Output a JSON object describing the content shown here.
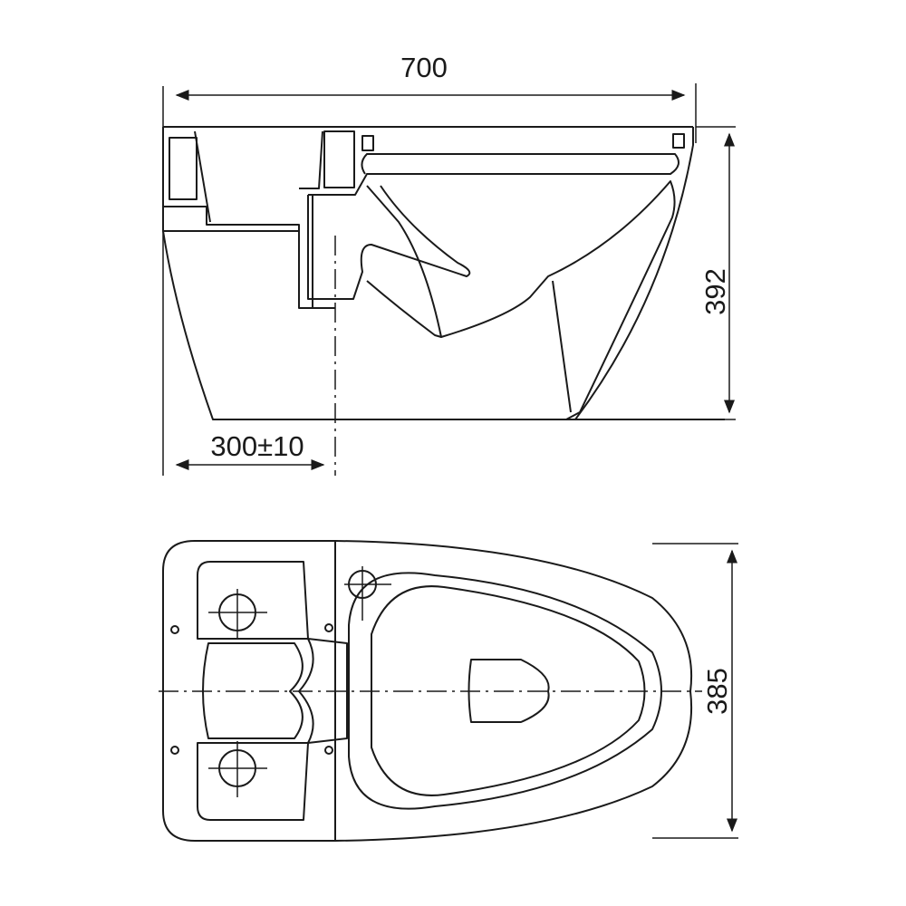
{
  "title": "Toilet dimension drawing",
  "side_view": {
    "width_label": "700",
    "height_label": "392",
    "rough_in_label": "300±10"
  },
  "top_view": {
    "depth_label": "385"
  }
}
